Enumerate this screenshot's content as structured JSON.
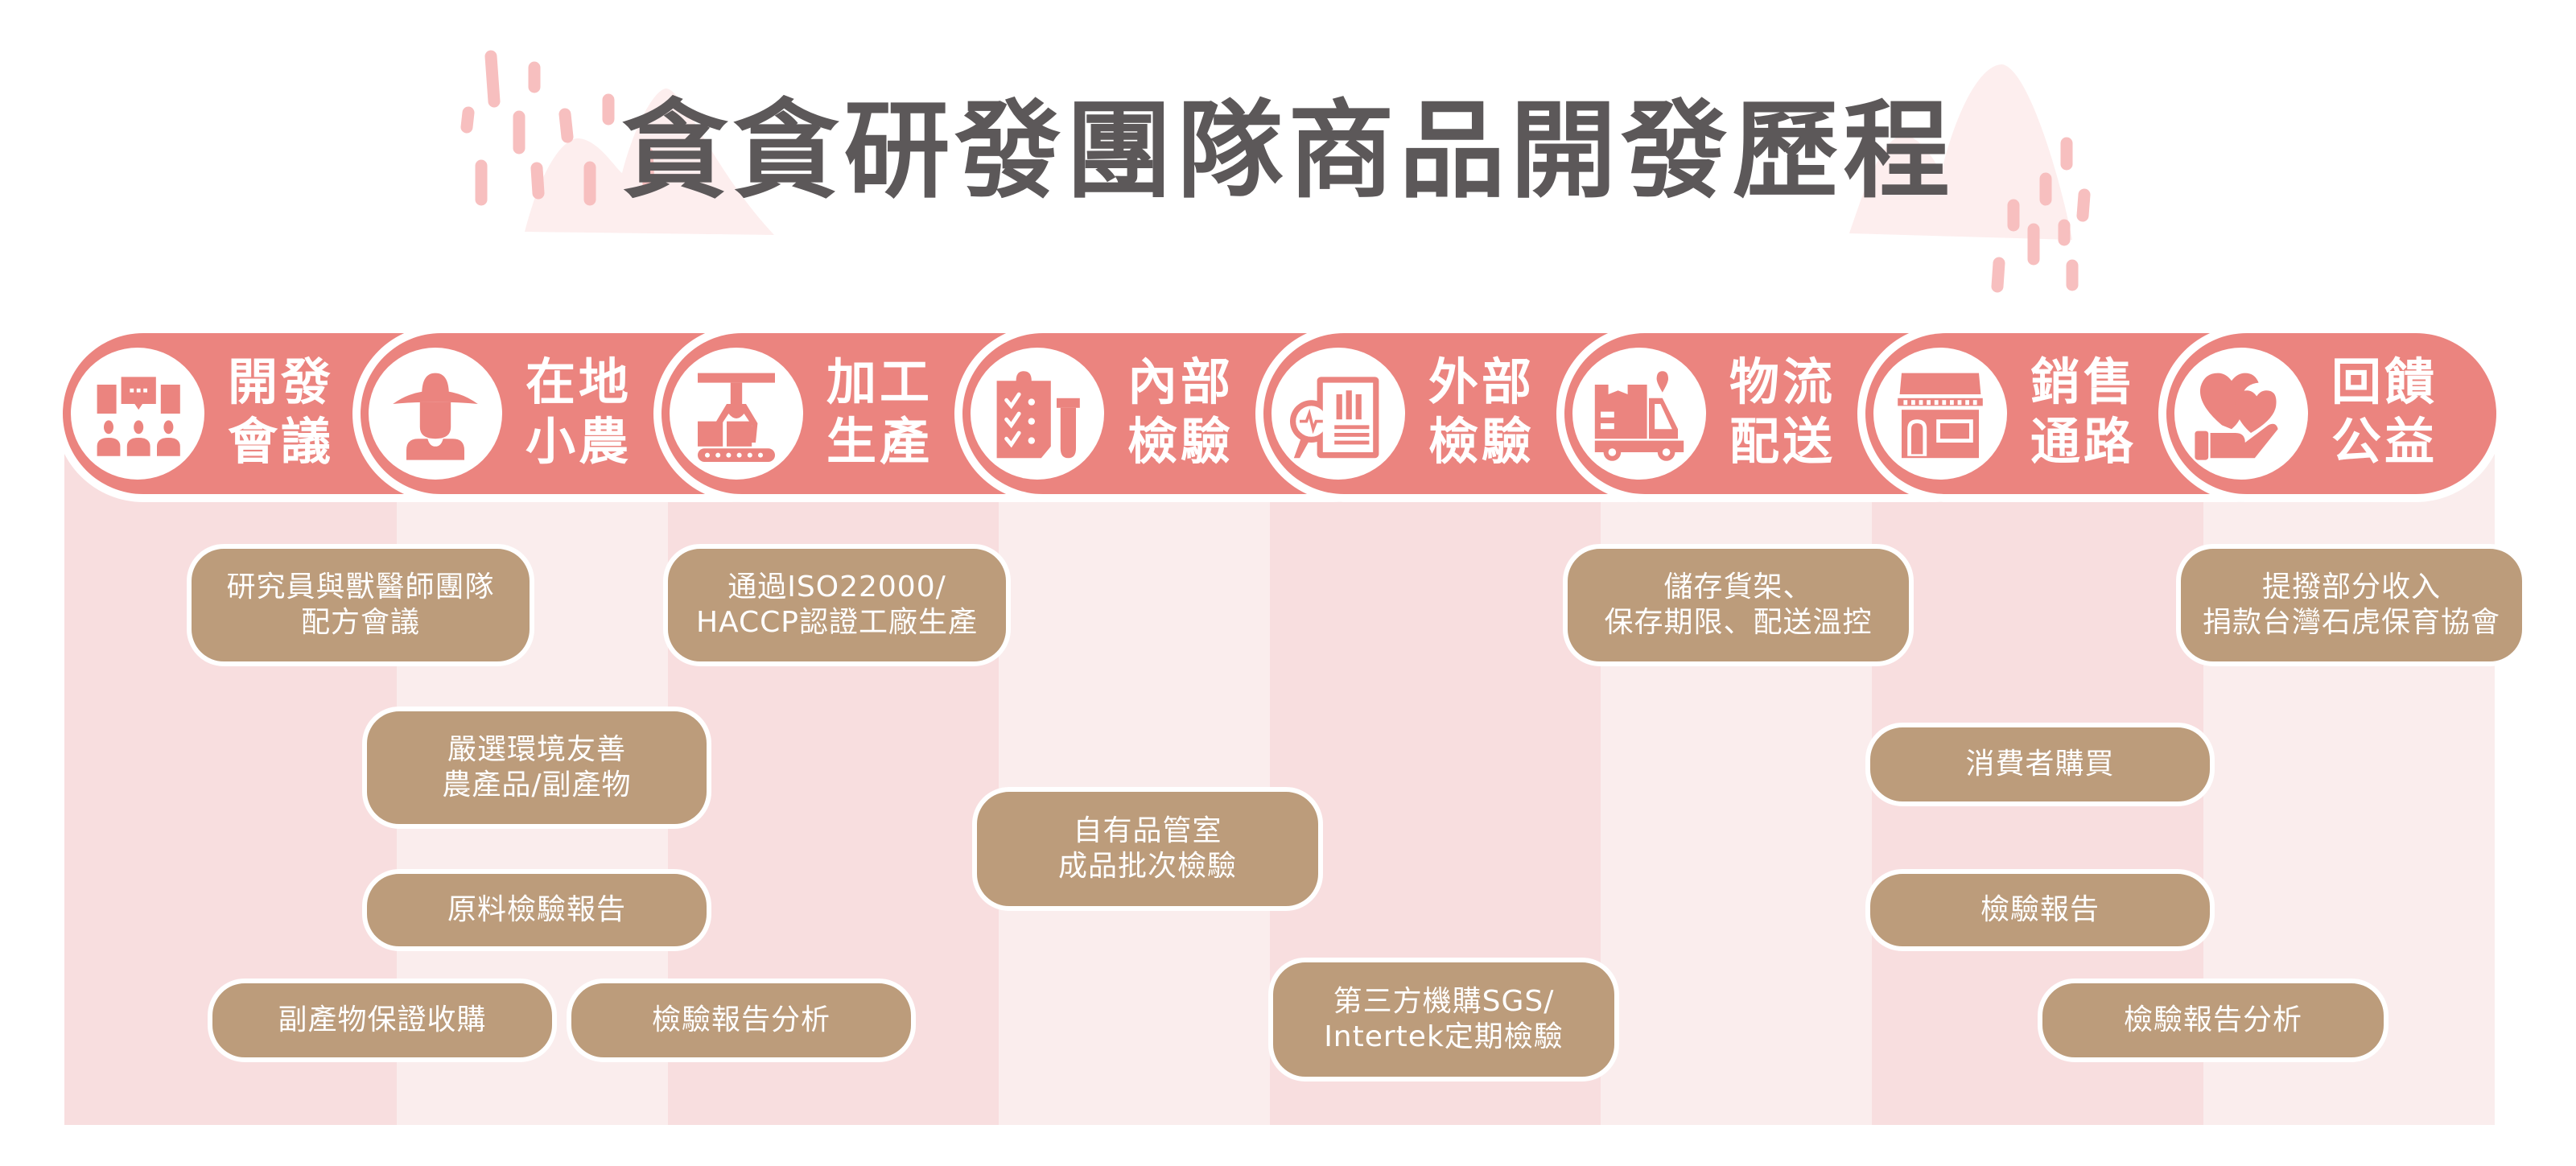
{
  "title": "貪貪研發團隊商品開發歷程",
  "colors": {
    "band_pink": "#eb847f",
    "box_brown": "#bc9c7b",
    "column_dark": "#f8dedf",
    "column_light": "#faeded",
    "title_text": "#5c5859",
    "decoration_pink": "#f7bfbf"
  },
  "stages": [
    {
      "label_line1": "開發",
      "label_line2": "會議",
      "icon": "meeting-icon"
    },
    {
      "label_line1": "在地",
      "label_line2": "小農",
      "icon": "farmer-icon"
    },
    {
      "label_line1": "加工",
      "label_line2": "生產",
      "icon": "factory-conveyor-icon"
    },
    {
      "label_line1": "內部",
      "label_line2": "檢驗",
      "icon": "clipboard-test-tube-icon"
    },
    {
      "label_line1": "外部",
      "label_line2": "檢驗",
      "icon": "report-magnifier-icon"
    },
    {
      "label_line1": "物流",
      "label_line2": "配送",
      "icon": "delivery-truck-icon"
    },
    {
      "label_line1": "銷售",
      "label_line2": "通路",
      "icon": "storefront-icon"
    },
    {
      "label_line1": "回饋",
      "label_line2": "公益",
      "icon": "heart-hand-icon"
    }
  ],
  "boxes": [
    {
      "text": "研究員與獸醫師團隊\n配方會議"
    },
    {
      "text": "通過ISO22000/\nHACCP認證工廠生產"
    },
    {
      "text": "嚴選環境友善\n農產品/副產物"
    },
    {
      "text": "原料檢驗報告"
    },
    {
      "text": "副產物保證收購"
    },
    {
      "text": "檢驗報告分析"
    },
    {
      "text": "自有品管室\n成品批次檢驗"
    },
    {
      "text": "第三方機購SGS/\nIntertek定期檢驗"
    },
    {
      "text": "儲存貨架、\n保存期限、配送溫控"
    },
    {
      "text": "提撥部分收入\n捐款台灣石虎保育協會"
    },
    {
      "text": "消費者購買"
    },
    {
      "text": "檢驗報告"
    },
    {
      "text": "檢驗報告分析"
    }
  ]
}
